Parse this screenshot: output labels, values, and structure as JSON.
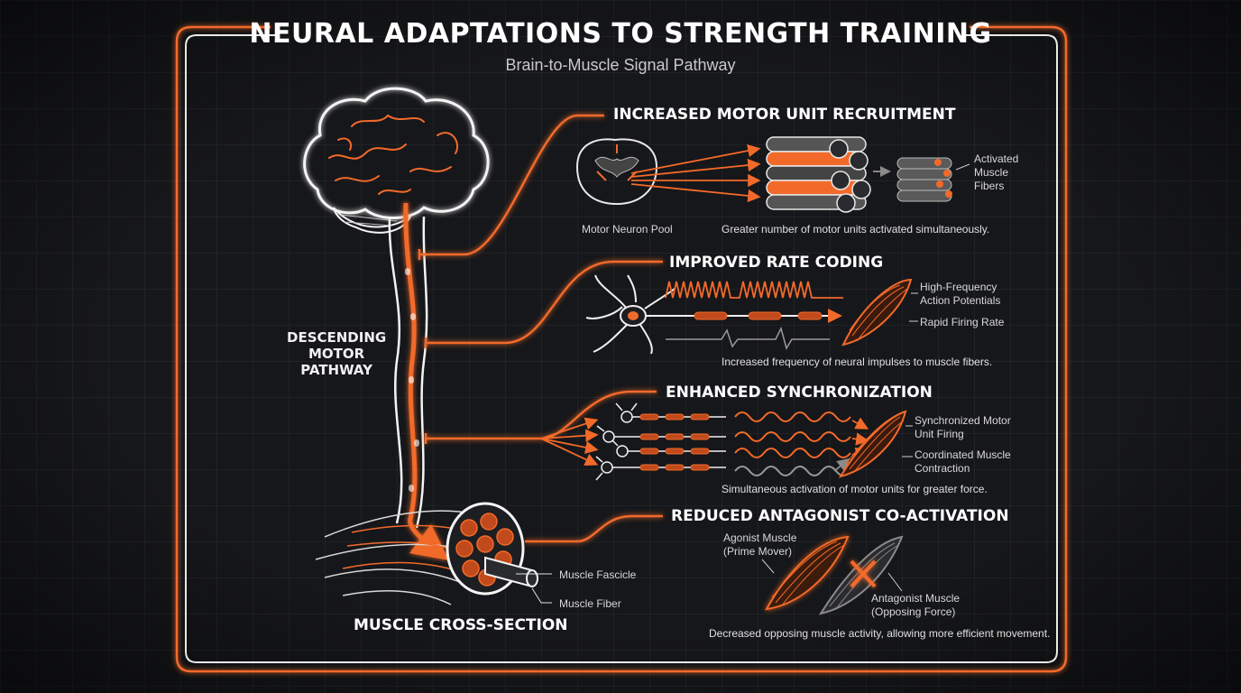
{
  "title": "NEURAL ADAPTATIONS TO STRENGTH TRAINING",
  "subtitle": "Brain-to-Muscle Signal Pathway",
  "left": {
    "pathway_label": "DESCENDING\nMOTOR\nPATHWAY",
    "cross_section_label": "MUSCLE CROSS-SECTION",
    "fascicle_label": "Muscle Fascicle",
    "fiber_label": "Muscle Fiber"
  },
  "sections": {
    "recruitment": {
      "heading": "INCREASED MOTOR UNIT RECRUITMENT",
      "neuron_pool_label": "Motor Neuron Pool",
      "activated_label": "Activated\nMuscle\nFibers",
      "caption": "Greater number of motor units activated simultaneously."
    },
    "rate_coding": {
      "heading": "IMPROVED RATE CODING",
      "label_potentials": "High-Frequency\nAction Potentials",
      "label_rate": "Rapid Firing Rate",
      "caption": "Increased frequency of neural impulses to muscle fibers."
    },
    "synchronization": {
      "heading": "ENHANCED SYNCHRONIZATION",
      "label_firing": "Synchronized Motor\nUnit Firing",
      "label_contraction": "Coordinated Muscle\nContraction",
      "caption": "Simultaneous activation of motor units for greater force."
    },
    "antagonist": {
      "heading": "REDUCED ANTAGONIST CO-ACTIVATION",
      "agonist_label": "Agonist Muscle\n(Prime Mover)",
      "antagonist_label": "Antagonist Muscle\n(Opposing Force)",
      "caption": "Decreased opposing muscle activity, allowing more efficient movement."
    }
  },
  "colors": {
    "accent": "#f26a2a",
    "background": "#16171a",
    "line": "#e6e6e6"
  }
}
